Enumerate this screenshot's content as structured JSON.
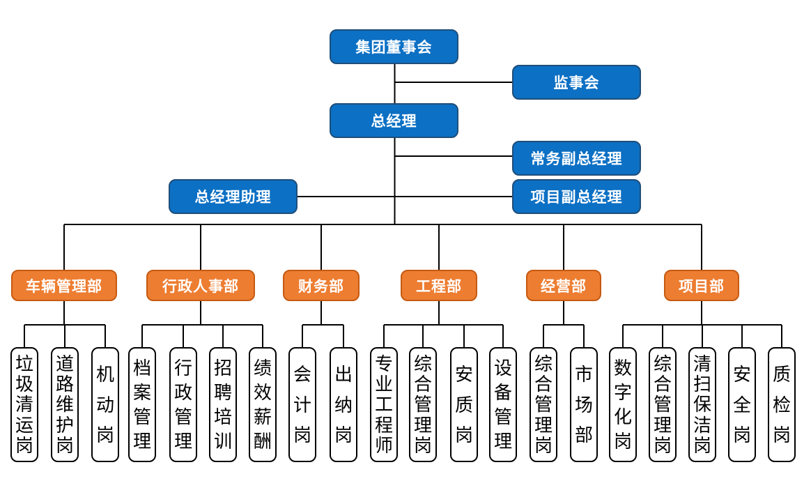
{
  "colors": {
    "executive_blue": "#0C70C4",
    "executive_blue_border": "#1F4E79",
    "department_orange": "#ED7D31",
    "department_orange_border": "#C55A11",
    "connector_line": "#000000",
    "position_box_bg": "#FFFFFF",
    "position_box_border": "#000000"
  },
  "executive": {
    "board": "集团董事会",
    "supervisory": "监事会",
    "general_manager": "总经理",
    "executive_deputy_gm": "常务副总经理",
    "gm_assistant": "总经理助理",
    "project_deputy_gm": "项目副总经理"
  },
  "departments": [
    {
      "label": "车辆管理部",
      "positions": [
        "垃圾清运岗",
        "道路维护岗",
        "机动岗"
      ]
    },
    {
      "label": "行政人事部",
      "positions": [
        "档案管理",
        "行政管理",
        "招聘培训",
        "绩效薪酬"
      ]
    },
    {
      "label": "财务部",
      "positions": [
        "会计岗",
        "出纳岗"
      ]
    },
    {
      "label": "工程部",
      "positions": [
        "专业工程师",
        "综合管理岗",
        "安质岗",
        "设备管理"
      ]
    },
    {
      "label": "经营部",
      "positions": [
        "综合管理岗",
        "市场部"
      ]
    },
    {
      "label": "项目部",
      "positions": [
        "数字化岗",
        "综合管理岗",
        "清扫保洁岗",
        "安全岗",
        "质检岗"
      ]
    }
  ]
}
